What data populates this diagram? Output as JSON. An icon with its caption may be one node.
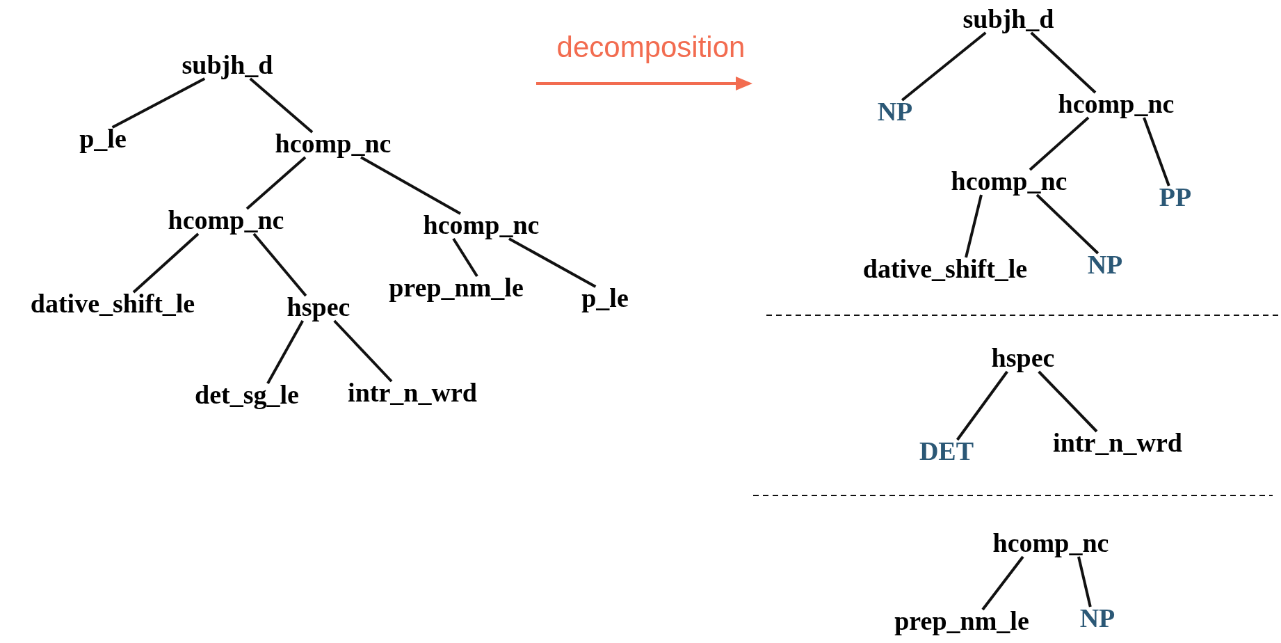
{
  "diagram": {
    "nodes": [
      {
        "text": [
          "subjh_d"
        ]
      },
      {
        "text": [
          "p_le"
        ]
      },
      {
        "text": [
          "hcomp_nc"
        ]
      },
      {
        "text": [
          "hcomp_nc"
        ]
      },
      {
        "text": [
          "hcomp_nc"
        ]
      },
      {
        "text": [
          "dative_shift_le"
        ]
      },
      {
        "text": [
          "hspec"
        ]
      },
      {
        "text": [
          "prep_nm_le"
        ]
      },
      {
        "text": [
          "p_le"
        ]
      },
      {
        "text": [
          "det_sg_le"
        ]
      },
      {
        "text": [
          "intr_n_wrd"
        ]
      },
      {
        "text": [
          "subjh_d"
        ]
      },
      {
        "text": [
          "NP"
        ]
      },
      {
        "text": [
          "hcomp_nc"
        ]
      },
      {
        "text": [
          "hcomp_nc"
        ]
      },
      {
        "text": [
          "PP"
        ]
      },
      {
        "text": [
          "dative_shift_le"
        ]
      },
      {
        "text": [
          "NP"
        ]
      },
      {
        "text": [
          "hspec"
        ]
      },
      {
        "text": [
          "DET"
        ]
      },
      {
        "text": [
          "intr_n_wrd"
        ]
      },
      {
        "text": [
          "hcomp_nc"
        ]
      },
      {
        "text": [
          "prep_nm_le"
        ]
      },
      {
        "text": [
          "NP"
        ]
      }
    ],
    "edges": [
      {
        "from": 0,
        "to": 1,
        "arrow": "none"
      },
      {
        "from": 0,
        "to": 2,
        "arrow": "none"
      },
      {
        "from": 2,
        "to": 3,
        "arrow": "none"
      },
      {
        "from": 2,
        "to": 4,
        "arrow": "none"
      },
      {
        "from": 3,
        "to": 5,
        "arrow": "none"
      },
      {
        "from": 3,
        "to": 6,
        "arrow": "none"
      },
      {
        "from": 4,
        "to": 7,
        "arrow": "none"
      },
      {
        "from": 4,
        "to": 8,
        "arrow": "none"
      },
      {
        "from": 6,
        "to": 9,
        "arrow": "none"
      },
      {
        "from": 6,
        "to": 10,
        "arrow": "none"
      },
      {
        "from": 11,
        "to": 12,
        "arrow": "none"
      },
      {
        "from": 11,
        "to": 13,
        "arrow": "none"
      },
      {
        "from": 13,
        "to": 14,
        "arrow": "none"
      },
      {
        "from": 13,
        "to": 15,
        "arrow": "none"
      },
      {
        "from": 14,
        "to": 16,
        "arrow": "none"
      },
      {
        "from": 14,
        "to": 17,
        "arrow": "none"
      },
      {
        "from": 18,
        "to": 19,
        "arrow": "none"
      },
      {
        "from": 18,
        "to": 20,
        "arrow": "none"
      },
      {
        "from": 21,
        "to": 22,
        "arrow": "none"
      },
      {
        "from": 21,
        "to": 23,
        "arrow": "none"
      }
    ],
    "labels": [
      "decomposition"
    ]
  }
}
